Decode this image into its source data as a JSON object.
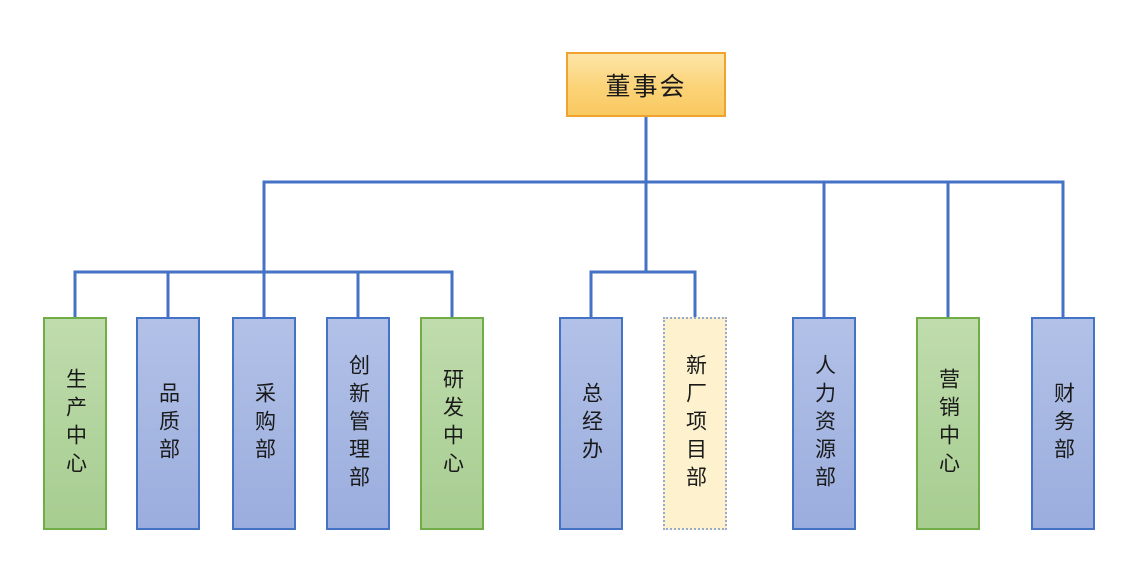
{
  "org": {
    "root": {
      "label": "董事会",
      "variant": "orange"
    },
    "departments": [
      {
        "label": "生产中心",
        "variant": "green"
      },
      {
        "label": "品质部",
        "variant": "blue"
      },
      {
        "label": "采购部",
        "variant": "blue"
      },
      {
        "label": "创新管理部",
        "variant": "blue"
      },
      {
        "label": "研发中心",
        "variant": "green"
      },
      {
        "label": "总经办",
        "variant": "blue"
      },
      {
        "label": "新厂项目部",
        "variant": "cream"
      },
      {
        "label": "人力资源部",
        "variant": "blue"
      },
      {
        "label": "营销中心",
        "variant": "green"
      },
      {
        "label": "财务部",
        "variant": "blue"
      }
    ],
    "structure": {
      "parent": "董事会",
      "left_branch_members": [
        "生产中心",
        "品质部",
        "采购部",
        "创新管理部",
        "研发中心"
      ],
      "middle_branch_members": [
        "总经办",
        "新厂项目部"
      ],
      "direct_members": [
        "人力资源部",
        "营销中心",
        "财务部"
      ]
    },
    "palette": {
      "background": "#FFFFFF",
      "connector": "#4472C4",
      "text": "#1A1A1A",
      "root_fill": "#FBD377",
      "root_border": "#F0A22E",
      "blue_fill": "#A6B7E2",
      "blue_border": "#4472C4",
      "green_fill": "#B2D49E",
      "green_border": "#71AD47",
      "cream_fill": "#FDF2CD",
      "cream_border": "#97ABD0"
    }
  }
}
